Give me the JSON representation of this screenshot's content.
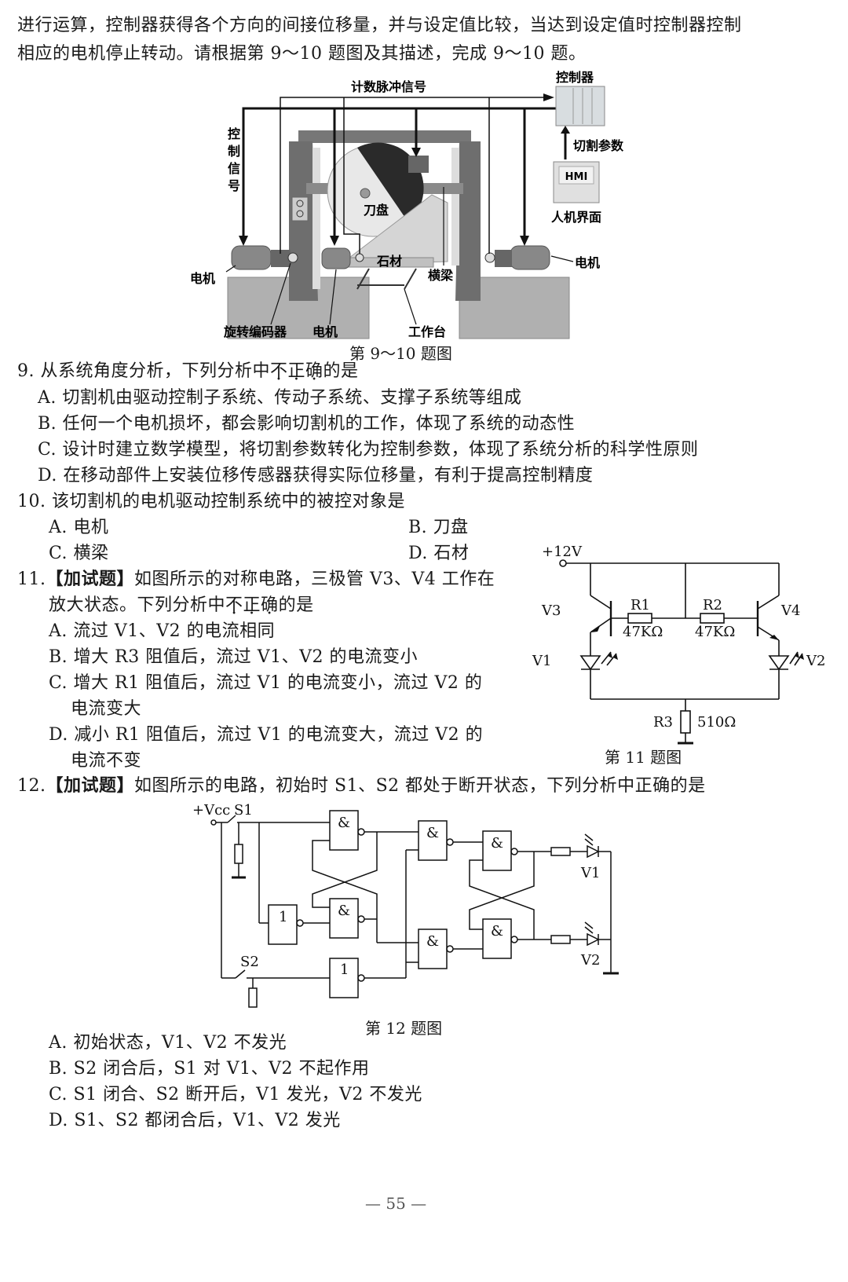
{
  "intro": {
    "line1": "进行运算，控制器获得各个方向的间接位移量，并与设定值比较，当达到设定值时控制器控制",
    "line2": "相应的电机停止转动。请根据第 9～10 题图及其描述，完成 9～10 题。"
  },
  "fig9": {
    "labels": {
      "pulse_signal": "计数脉冲信号",
      "controller": "控制器",
      "control_signal": [
        "控",
        "制",
        "信",
        "号"
      ],
      "cut_params": "切割参数",
      "hmi_screen": "HMI",
      "hmi": "人机界面",
      "blade": "刀盘",
      "stone": "石材",
      "beam": "横梁",
      "motor_left": "电机",
      "motor_right": "电机",
      "motor_mid": "电机",
      "encoder": "旋转编码器",
      "table": "工作台"
    },
    "caption": "第 9～10 题图"
  },
  "q9": {
    "stem_pre": "9. 从系统角度分析，下列分析中",
    "stem_emph": [
      "不",
      "正",
      "确"
    ],
    "stem_post": "的是",
    "options": [
      "A. 切割机由驱动控制子系统、传动子系统、支撑子系统等组成",
      "B. 任何一个电机损坏，都会影响切割机的工作，体现了系统的动态性",
      "C. 设计时建立数学模型，将切割参数转化为控制参数，体现了系统分析的科学性原则",
      "D. 在移动部件上安装位移传感器获得实际位移量，有利于提高控制精度"
    ]
  },
  "q10": {
    "stem": "10. 该切割机的电机驱动控制系统中的被控对象是",
    "options": [
      "A. 电机",
      "B. 刀盘",
      "C. 横梁",
      "D. 石材"
    ]
  },
  "q11": {
    "number": "11.",
    "tag": "【加试题】",
    "stem_line1": "如图所示的对称电路，三极管 V3、V4 工作在",
    "stem_line2_pre": "放大状态。下列分析中",
    "stem_emph": [
      "不",
      "正",
      "确"
    ],
    "stem_line2_post": "的是",
    "options": [
      "A. 流过 V1、V2 的电流相同",
      "B. 增大 R3 阻值后，流过 V1、V2 的电流变小",
      "C. 增大 R1 阻值后，流过 V1 的电流变小，流过 V2 的",
      "电流变大",
      "D. 减小 R1 阻值后，流过 V1 的电流变大，流过 V2 的",
      "电流不变"
    ],
    "circuit": {
      "supply": "+12V",
      "r1": "R1",
      "r1_value": "47KΩ",
      "r2": "R2",
      "r2_value": "47KΩ",
      "r3": "R3",
      "r3_value": "510Ω",
      "v1": "V1",
      "v2": "V2",
      "v3": "V3",
      "v4": "V4"
    },
    "caption": "第 11 题图"
  },
  "q12": {
    "number": "12.",
    "tag": "【加试题】",
    "stem": "如图所示的电路，初始时 S1、S2 都处于断开状态，下列分析中正确的是",
    "circuit": {
      "supply": "+Vcc",
      "s1": "S1",
      "s2": "S2",
      "nand": "&",
      "not": "1",
      "v1": "V1",
      "v2": "V2"
    },
    "caption": "第 12 题图",
    "options": [
      "A. 初始状态，V1、V2 不发光",
      "B. S2 闭合后，S1 对 V1、V2 不起作用",
      "C. S1 闭合、S2 断开后，V1 发光，V2 不发光",
      "D. S1、S2 都闭合后，V1、V2 发光"
    ]
  },
  "footer": {
    "page_number": "— 55 —"
  }
}
